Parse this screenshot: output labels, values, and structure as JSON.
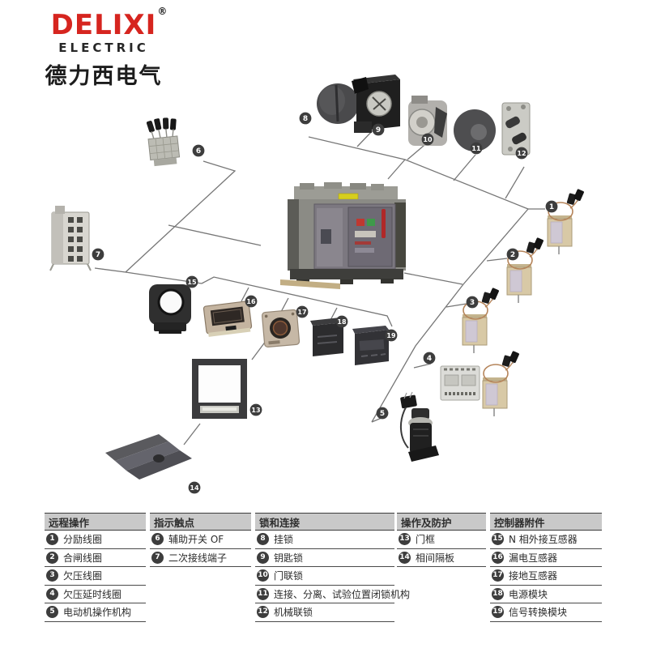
{
  "logo": {
    "brand": "DELIXI",
    "registered": "®",
    "subtitle": "ELECTRIC",
    "chinese": "德力西电气",
    "brand_color": "#d6251f"
  },
  "diagram": {
    "marker_numbers": [
      "1",
      "2",
      "3",
      "4",
      "5",
      "6",
      "7",
      "8",
      "9",
      "10",
      "11",
      "12",
      "13",
      "14",
      "15",
      "16",
      "17",
      "18",
      "19"
    ],
    "badge_color": "#3d3d3d",
    "line_color": "#767676"
  },
  "table": {
    "columns": [
      {
        "header": "远程操作",
        "items": [
          {
            "num": "1",
            "label": "分励线圈"
          },
          {
            "num": "2",
            "label": "合闸线圈"
          },
          {
            "num": "3",
            "label": "欠压线圈"
          },
          {
            "num": "4",
            "label": "欠压延时线圈"
          },
          {
            "num": "5",
            "label": "电动机操作机构"
          }
        ]
      },
      {
        "header": "指示触点",
        "items": [
          {
            "num": "6",
            "label": "辅助开关 OF"
          },
          {
            "num": "7",
            "label": "二次接线端子"
          }
        ]
      },
      {
        "header": "锁和连接",
        "items": [
          {
            "num": "8",
            "label": "挂锁"
          },
          {
            "num": "9",
            "label": "钥匙锁"
          },
          {
            "num": "10",
            "label": "门联锁"
          },
          {
            "num": "11",
            "label": "连接、分离、试验位置闭锁机构"
          },
          {
            "num": "12",
            "label": "机械联锁"
          }
        ]
      },
      {
        "header": "操作及防护",
        "items": [
          {
            "num": "13",
            "label": "门框"
          },
          {
            "num": "14",
            "label": "相间隔板"
          }
        ]
      },
      {
        "header": "控制器附件",
        "items": [
          {
            "num": "15",
            "label": "N 相外接互感器"
          },
          {
            "num": "16",
            "label": "漏电互感器"
          },
          {
            "num": "17",
            "label": "接地互感器"
          },
          {
            "num": "18",
            "label": "电源模块"
          },
          {
            "num": "19",
            "label": "信号转换模块"
          }
        ]
      }
    ]
  }
}
